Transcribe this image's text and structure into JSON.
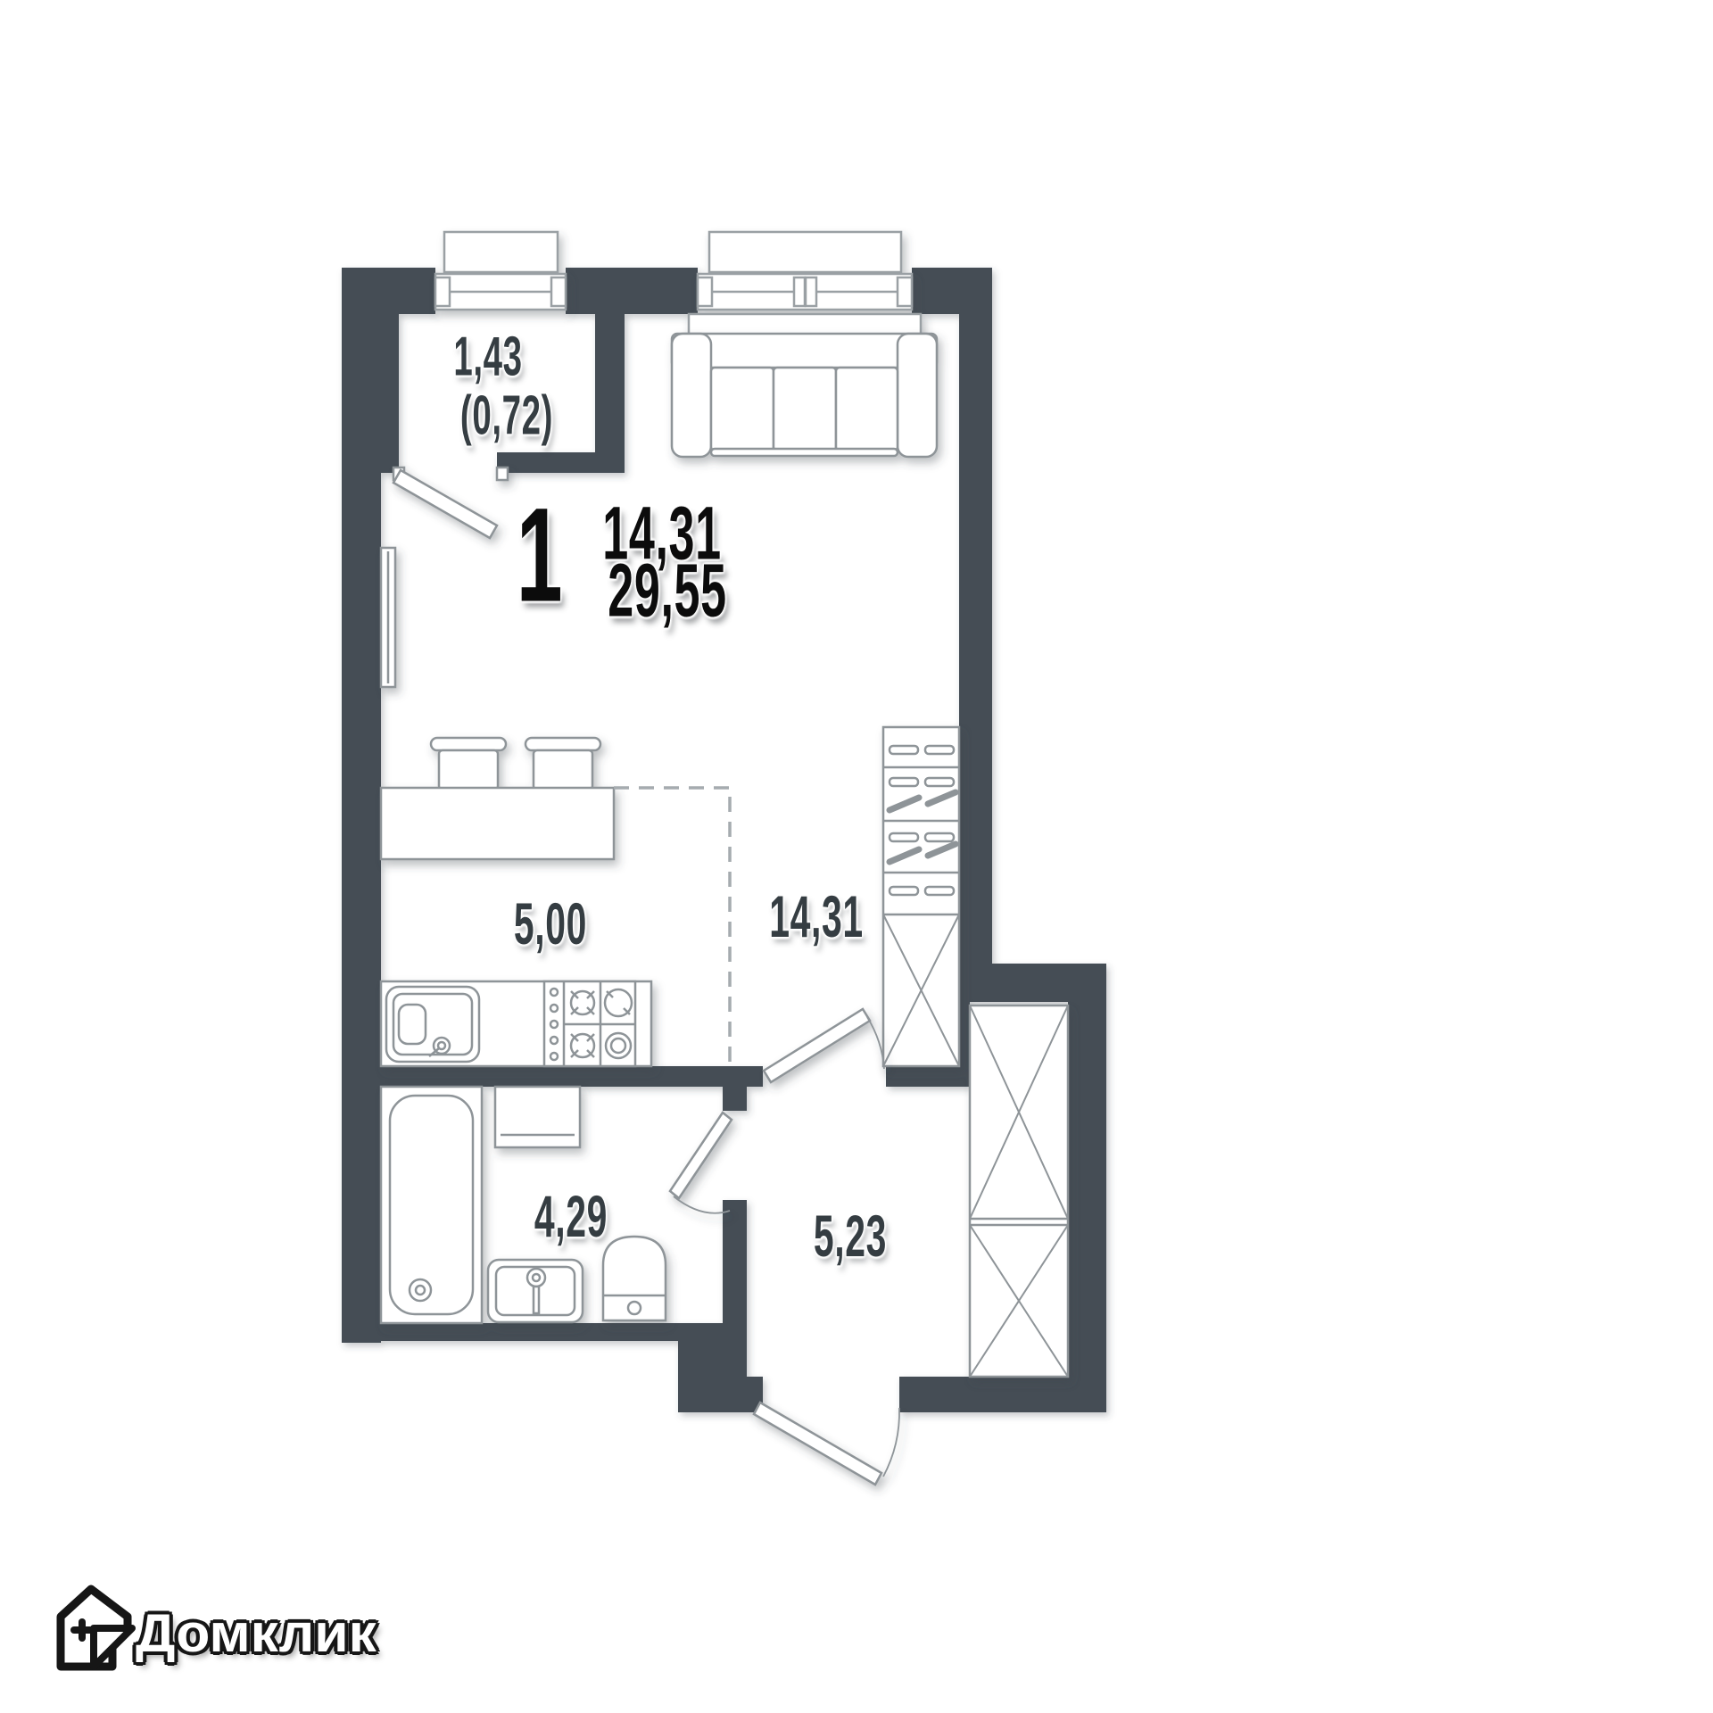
{
  "plan": {
    "header": {
      "rooms_count": "1",
      "living_area": "14,31",
      "total_area": "29,55"
    },
    "labels": {
      "balcony_area": "1,43",
      "balcony_area_reduced": "(0,72)",
      "kitchen_area": "5,00",
      "living_room_area": "14,31",
      "bathroom_area": "4,29",
      "hallway_area": "5,23"
    },
    "furniture": [
      "sofa",
      "dining-table",
      "chair",
      "chair",
      "kitchen-counter",
      "kitchen-sink",
      "stove",
      "shelving-closet",
      "wardrobe",
      "bathtub",
      "washing-machine",
      "bathroom-sink",
      "toilet",
      "radiator"
    ],
    "openings": [
      "balcony-window",
      "living-room-window",
      "balcony-door",
      "living-room-hall-door",
      "bathroom-door",
      "entrance-door"
    ]
  },
  "branding": {
    "logo_text": "Домклик"
  },
  "colors": {
    "wall": "#454e54",
    "furniture_line": "#8e9498",
    "label_text": "#353d42",
    "header_text": "#0c0c0c"
  }
}
